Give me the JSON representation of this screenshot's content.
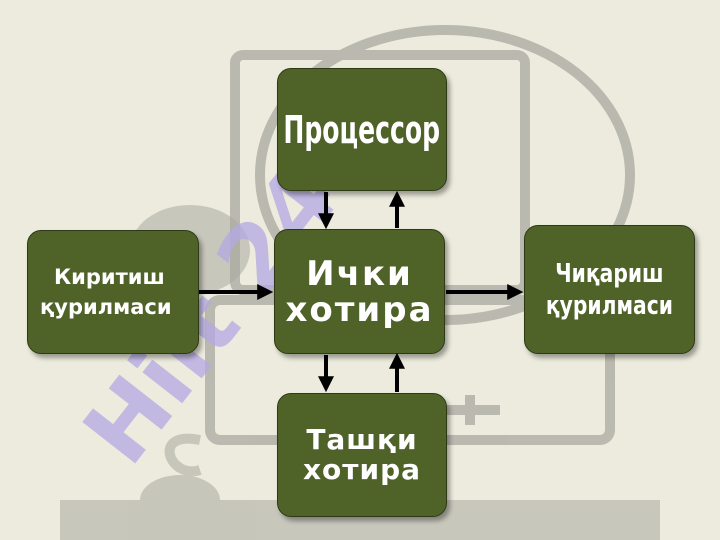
{
  "diagram": {
    "processor": {
      "label": "Процессор"
    },
    "internal_memory": {
      "line1": "Ички",
      "line2": "хотира"
    },
    "input_device": {
      "line1": "Киритиш",
      "line2": "қурилмаси"
    },
    "output_device": {
      "line1": "Чиқариш",
      "line2": "қурилмаси"
    },
    "external_memory": {
      "line1": "Ташқи",
      "line2": "хотира"
    }
  },
  "watermark": {
    "text": "Hilt 24",
    "color": "#b4a8e4"
  },
  "colors": {
    "background": "#ecebdd",
    "box_fill": "#4f6228",
    "box_text": "#ffffff",
    "arrow": "#000000",
    "computer_art": "#a7a79f"
  }
}
